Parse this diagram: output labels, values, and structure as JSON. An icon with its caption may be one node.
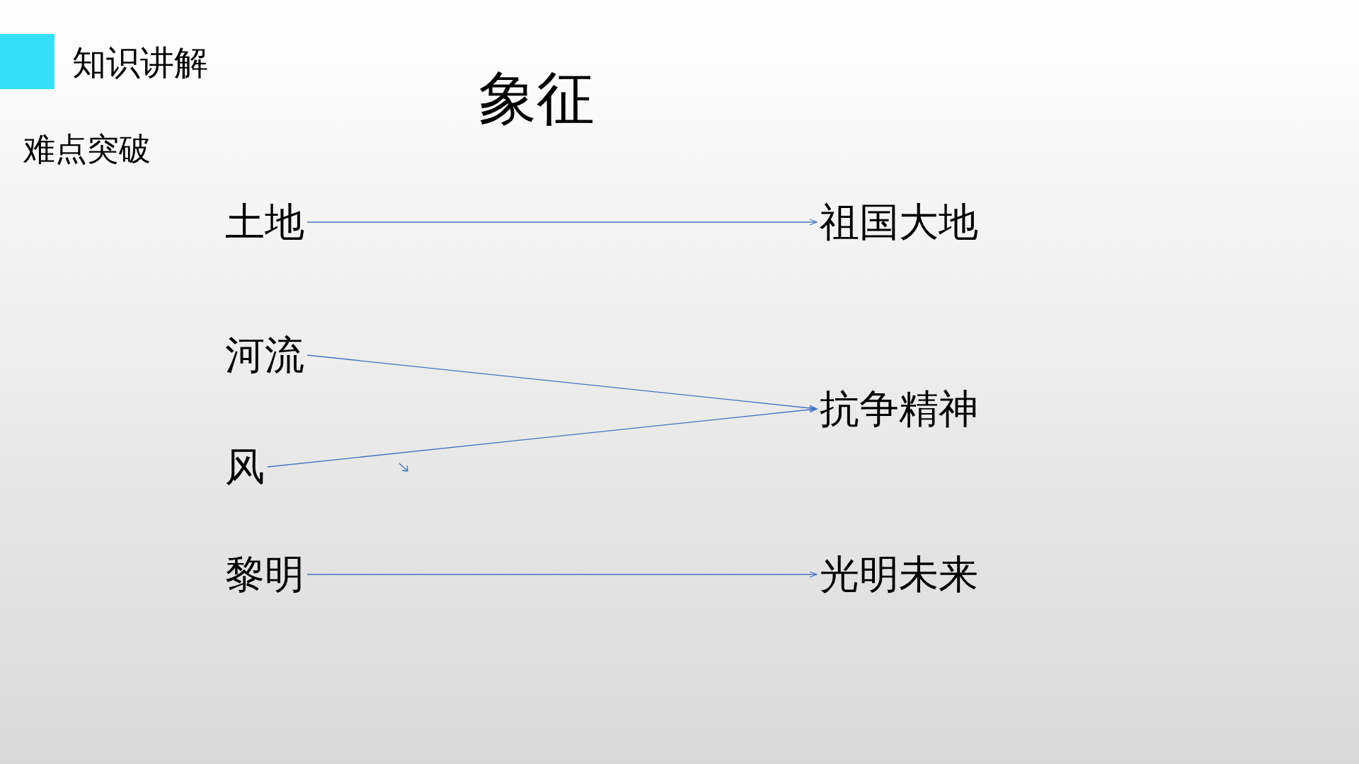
{
  "diagram": {
    "title": "象征",
    "nodes": [
      {
        "text": [
          "土地"
        ]
      },
      {
        "text": [
          "河流"
        ]
      },
      {
        "text": [
          "风"
        ]
      },
      {
        "text": [
          "黎明"
        ]
      },
      {
        "text": [
          "祖国大地"
        ]
      },
      {
        "text": [
          "抗争精神"
        ]
      },
      {
        "text": [
          "光明未来"
        ]
      }
    ],
    "edges": [
      {
        "from": 0,
        "to": 4,
        "arrow": "to"
      },
      {
        "from": 1,
        "to": 5,
        "arrow": "to"
      },
      {
        "from": 2,
        "to": 5,
        "arrow": "to"
      },
      {
        "from": 3,
        "to": 6,
        "arrow": "to"
      }
    ],
    "labels": [
      "知识讲解",
      "难点突破"
    ]
  }
}
